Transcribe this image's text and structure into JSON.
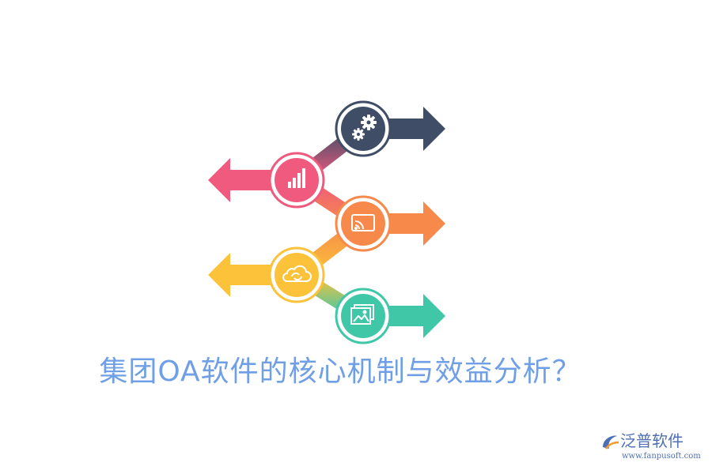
{
  "title": "集团OA软件的核心机制与效益分析？",
  "brand": {
    "name": "泛普软件",
    "url": "www.fanpusoft.com"
  },
  "steps": [
    {
      "icon": "gear-icon",
      "color": "#3f4e66",
      "direction": "right"
    },
    {
      "icon": "bar-chart-icon",
      "color": "#ef5a7e",
      "direction": "left"
    },
    {
      "icon": "screen-cast-icon",
      "color": "#f7894b",
      "direction": "right"
    },
    {
      "icon": "cloud-sync-icon",
      "color": "#fbc23a",
      "direction": "left"
    },
    {
      "icon": "image-gallery-icon",
      "color": "#3fc7a8",
      "direction": "right"
    }
  ]
}
